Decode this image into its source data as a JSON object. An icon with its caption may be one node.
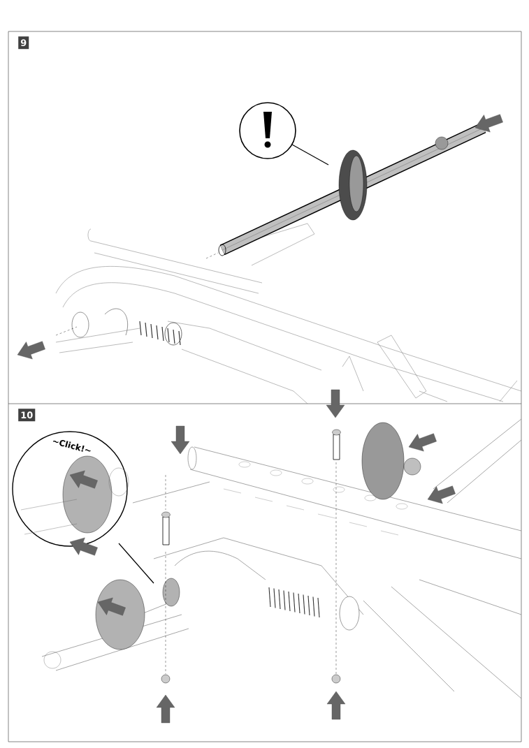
{
  "diagram": {
    "labels": [
      "9",
      "10",
      "~Click!~"
    ]
  }
}
